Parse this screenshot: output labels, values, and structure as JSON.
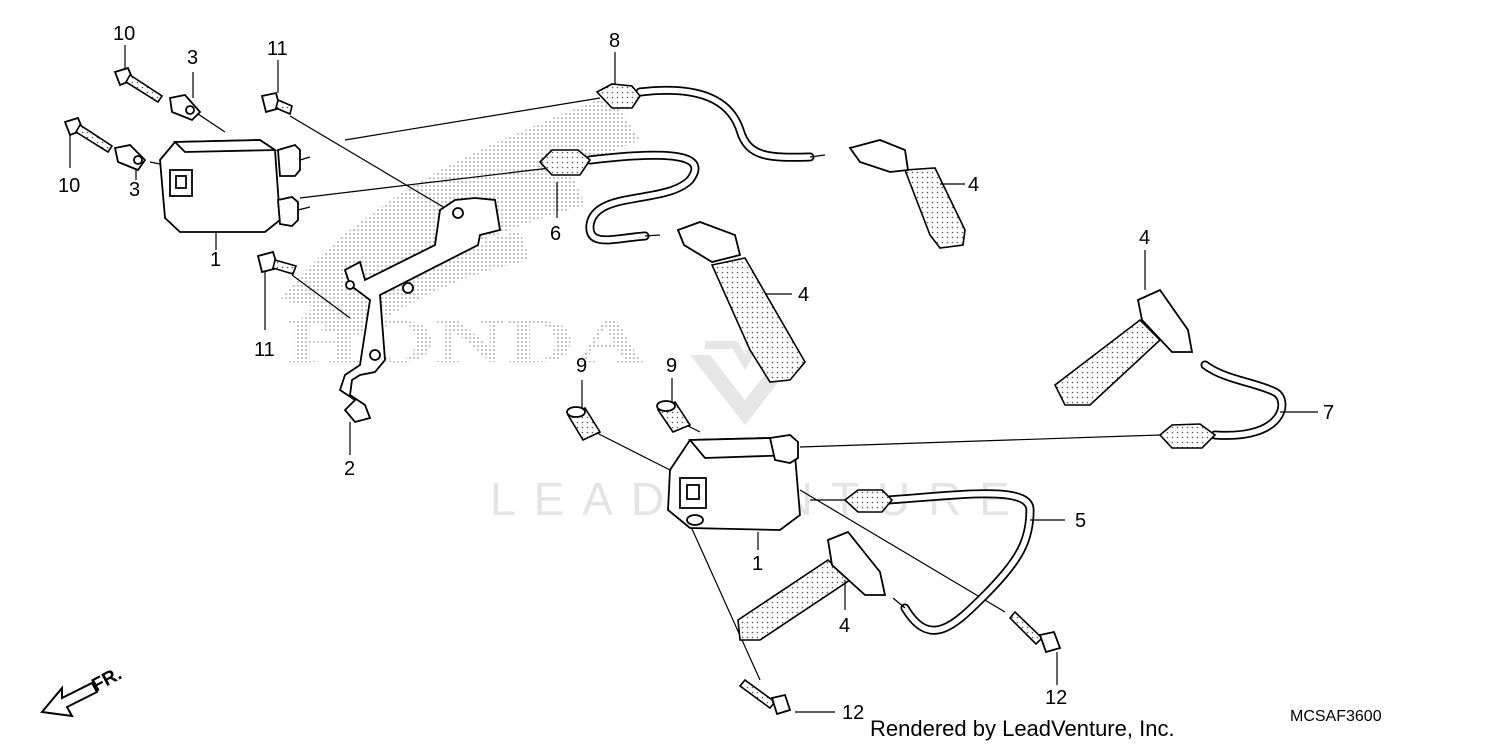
{
  "watermark": {
    "lines": [
      "LEADVENTURE"
    ],
    "logo_text": [
      "HONDA"
    ]
  },
  "callouts": [
    "1",
    "2",
    "3",
    "4",
    "5",
    "6",
    "7",
    "8",
    "9",
    "10",
    "11",
    "12"
  ],
  "direction_label": "FR.",
  "diagram_code": "MCSAF3600",
  "credit": "Rendered by LeadVenture, Inc."
}
